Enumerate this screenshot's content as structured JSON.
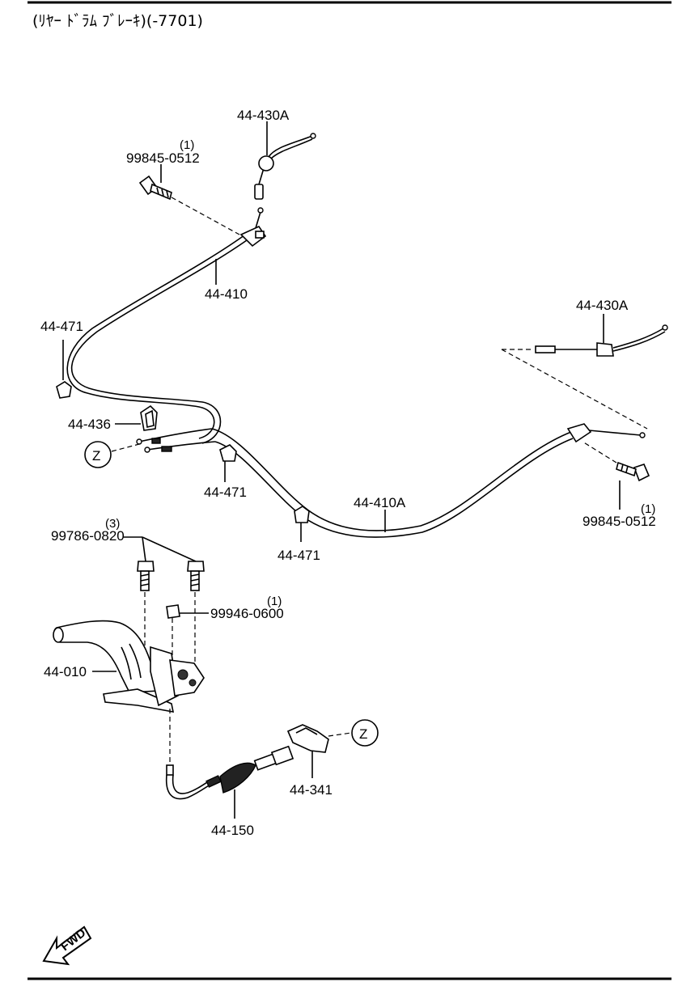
{
  "title": "(ﾘﾔｰ ﾄﾞﾗﾑ ﾌﾞﾚｰｷ)(-7701)",
  "callouts": {
    "p44_430A_top": "44-430A",
    "p99845_top_qty": "(1)",
    "p99845_top": "99845-0512",
    "p44_410": "44-410",
    "p44_471_left": "44-471",
    "p44_436": "44-436",
    "z_ref_1": "Z",
    "p44_471_mid": "44-471",
    "p44_471_low": "44-471",
    "p44_410A": "44-410A",
    "p44_430A_right": "44-430A",
    "p99845_right_qty": "(1)",
    "p99845_right": "99845-0512",
    "p99786_qty": "(3)",
    "p99786": "99786-0820",
    "p99946_qty": "(1)",
    "p99946": "99946-0600",
    "p44_010": "44-010",
    "z_ref_2": "Z",
    "p44_341": "44-341",
    "p44_150": "44-150",
    "fwd": "FWD"
  }
}
